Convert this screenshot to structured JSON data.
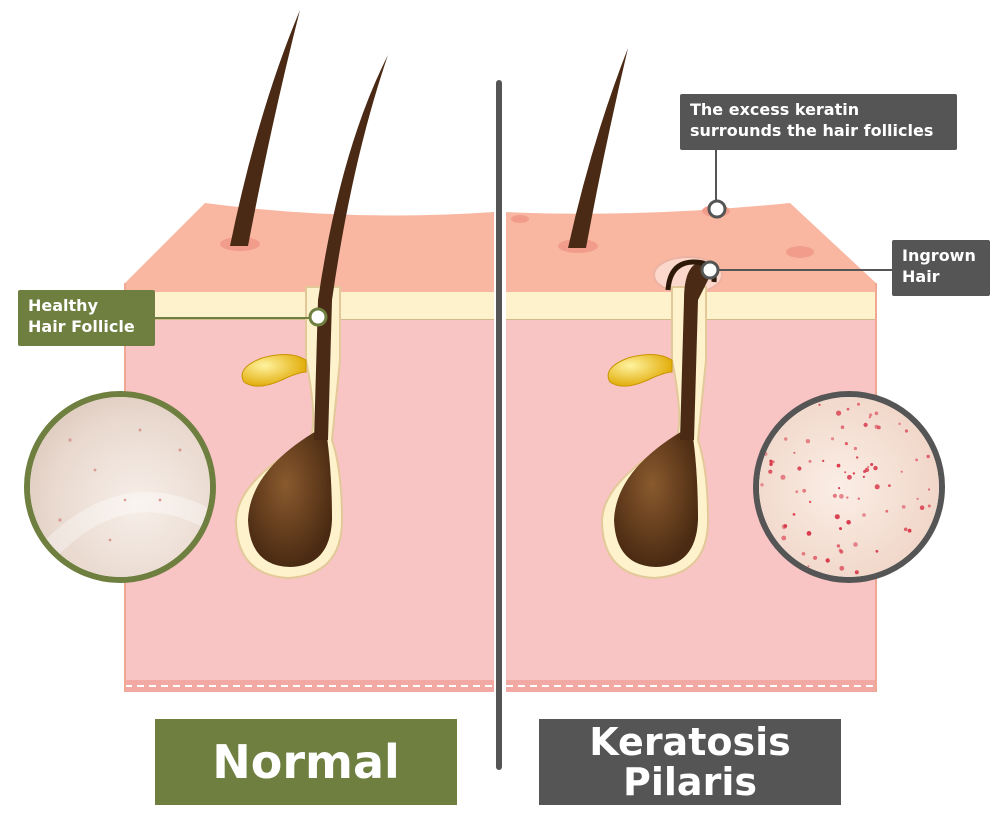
{
  "callouts": {
    "healthy_follicle": [
      "Healthy",
      "Hair Follicle"
    ],
    "excess_keratin": [
      "The excess keratin",
      "surrounds the hair follicles"
    ],
    "ingrown_hair": [
      "Ingrown",
      "Hair"
    ]
  },
  "labels": {
    "normal": "Normal",
    "keratosis_pilaris": [
      "Keratosis",
      "Pilaris"
    ]
  },
  "colors": {
    "normal_accent": "#6e7f3f",
    "kp_accent": "#555555",
    "epidermis": "#f9b6a0",
    "dermis": "#f8c4c4",
    "hair": "#4a2a14",
    "sebaceous_gland": "#f2c200"
  }
}
